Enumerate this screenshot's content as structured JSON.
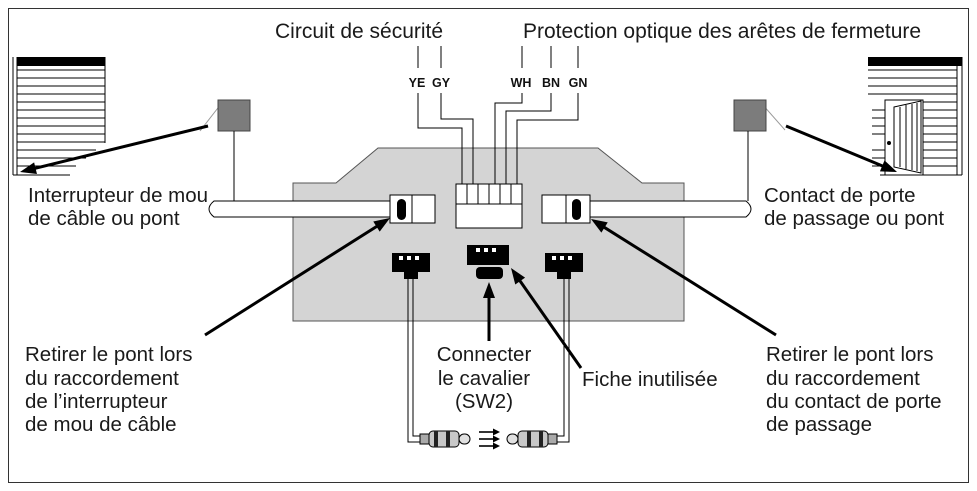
{
  "titles": {
    "safety_circuit": "Circuit de sécurité",
    "optical_edge_protection": "Protection optique des arêtes de fermeture"
  },
  "wire_colors": {
    "ye": "YE",
    "gy": "GY",
    "wh": "WH",
    "bn": "BN",
    "gn": "GN"
  },
  "slack_switch": {
    "label": [
      "Interrupteur de mou",
      "de câble ou pont"
    ]
  },
  "pass_door_contact": {
    "label": [
      "Contact de porte",
      "de passage ou pont"
    ]
  },
  "remove_bridge_left": {
    "label": [
      "Retirer le pont lors",
      "du raccordement",
      "de l’interrupteur",
      "de mou de câble"
    ]
  },
  "jumper": {
    "label": [
      "Connecter",
      "le cavalier",
      "(SW2)"
    ]
  },
  "unused_plug": {
    "label": "Fiche inutilisée"
  },
  "remove_bridge_right": {
    "label": [
      "Retirer le pont lors",
      "du raccordement",
      "du contact de porte",
      "de passage"
    ]
  },
  "colors": {
    "board": "#d4d4d4",
    "sensor_box": "#7c7c7c"
  }
}
